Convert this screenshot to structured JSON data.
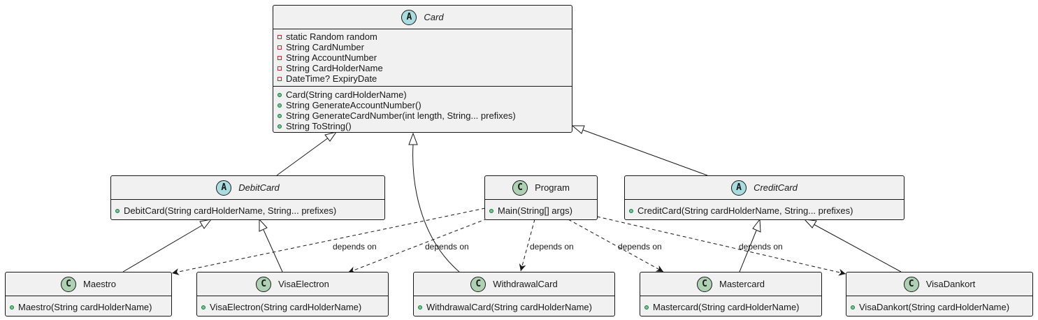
{
  "classes": {
    "card": {
      "name": "Card",
      "badge": "A",
      "fields": [
        "static Random random",
        "String CardNumber",
        "String AccountNumber",
        "String CardHolderName",
        "DateTime? ExpiryDate"
      ],
      "methods": [
        "Card(String cardHolderName)",
        "String GenerateAccountNumber()",
        "String GenerateCardNumber(int length, String... prefixes)",
        "String ToString()"
      ]
    },
    "debitcard": {
      "name": "DebitCard",
      "badge": "A",
      "methods": [
        "DebitCard(String cardHolderName, String... prefixes)"
      ]
    },
    "program": {
      "name": "Program",
      "badge": "C",
      "methods": [
        "Main(String[] args)"
      ]
    },
    "creditcard": {
      "name": "CreditCard",
      "badge": "A",
      "methods": [
        "CreditCard(String cardHolderName, String... prefixes)"
      ]
    },
    "maestro": {
      "name": "Maestro",
      "badge": "C",
      "methods": [
        "Maestro(String cardHolderName)"
      ]
    },
    "visaelectron": {
      "name": "VisaElectron",
      "badge": "C",
      "methods": [
        "VisaElectron(String cardHolderName)"
      ]
    },
    "withdrawalcard": {
      "name": "WithdrawalCard",
      "badge": "C",
      "methods": [
        "WithdrawalCard(String cardHolderName)"
      ]
    },
    "mastercard": {
      "name": "Mastercard",
      "badge": "C",
      "methods": [
        "Mastercard(String cardHolderName)"
      ]
    },
    "visadankort": {
      "name": "VisaDankort",
      "badge": "C",
      "methods": [
        "VisaDankort(String cardHolderName)"
      ]
    }
  },
  "dependency_label": "depends on",
  "colors": {
    "abstract_badge": "#a9dcdf",
    "class_badge": "#add1b2",
    "class_fill": "#f1f1f1",
    "line": "#181818",
    "private_marker": "#c82930",
    "public_marker": "#84be84"
  }
}
